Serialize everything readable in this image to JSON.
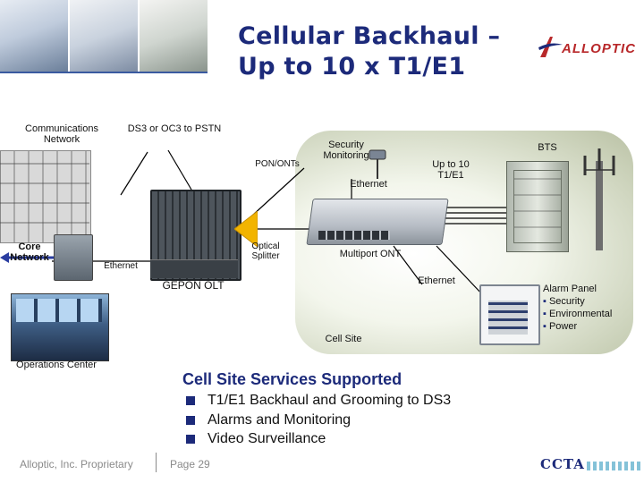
{
  "title": {
    "line1": "Cellular Backhaul –",
    "line2": "Up to 10 x T1/E1"
  },
  "logo": {
    "text": "ALLOPTIC"
  },
  "labels": {
    "comm_network": "Communications Network",
    "ds3": "DS3 or OC3 to PSTN",
    "core_network": "Core Network",
    "ethernet_left": "Ethernet",
    "gepon_olt": "GEPON OLT",
    "pon_onts": "PON/ONTs",
    "optical_splitter": "Optical Splitter",
    "security_monitoring": "Security Monitoring",
    "ethernet_top": "Ethernet",
    "up_to_10": "Up to 10 T1/E1",
    "bts": "BTS",
    "multiport_ont": "Multiport ONT",
    "ethernet_right": "Ethernet",
    "cell_site": "Cell Site",
    "operations_center": "Operations Center",
    "alarm_panel": "Alarm Panel",
    "alarm_items": [
      "Security",
      "Environmental",
      "Power"
    ]
  },
  "services": {
    "title": "Cell Site Services Supported",
    "items": [
      "T1/E1 Backhaul and Grooming to DS3",
      "Alarms and Monitoring",
      "Video Surveillance"
    ]
  },
  "footer": {
    "company": "Alloptic, Inc. Proprietary",
    "page": "Page 29",
    "ccta": "CCTA"
  },
  "colors": {
    "title": "#1c2a7a",
    "logo": "#b8282a",
    "splitter": "#f2b400",
    "arrow": "#2a3da0",
    "bullet": "#1c2a7a"
  }
}
